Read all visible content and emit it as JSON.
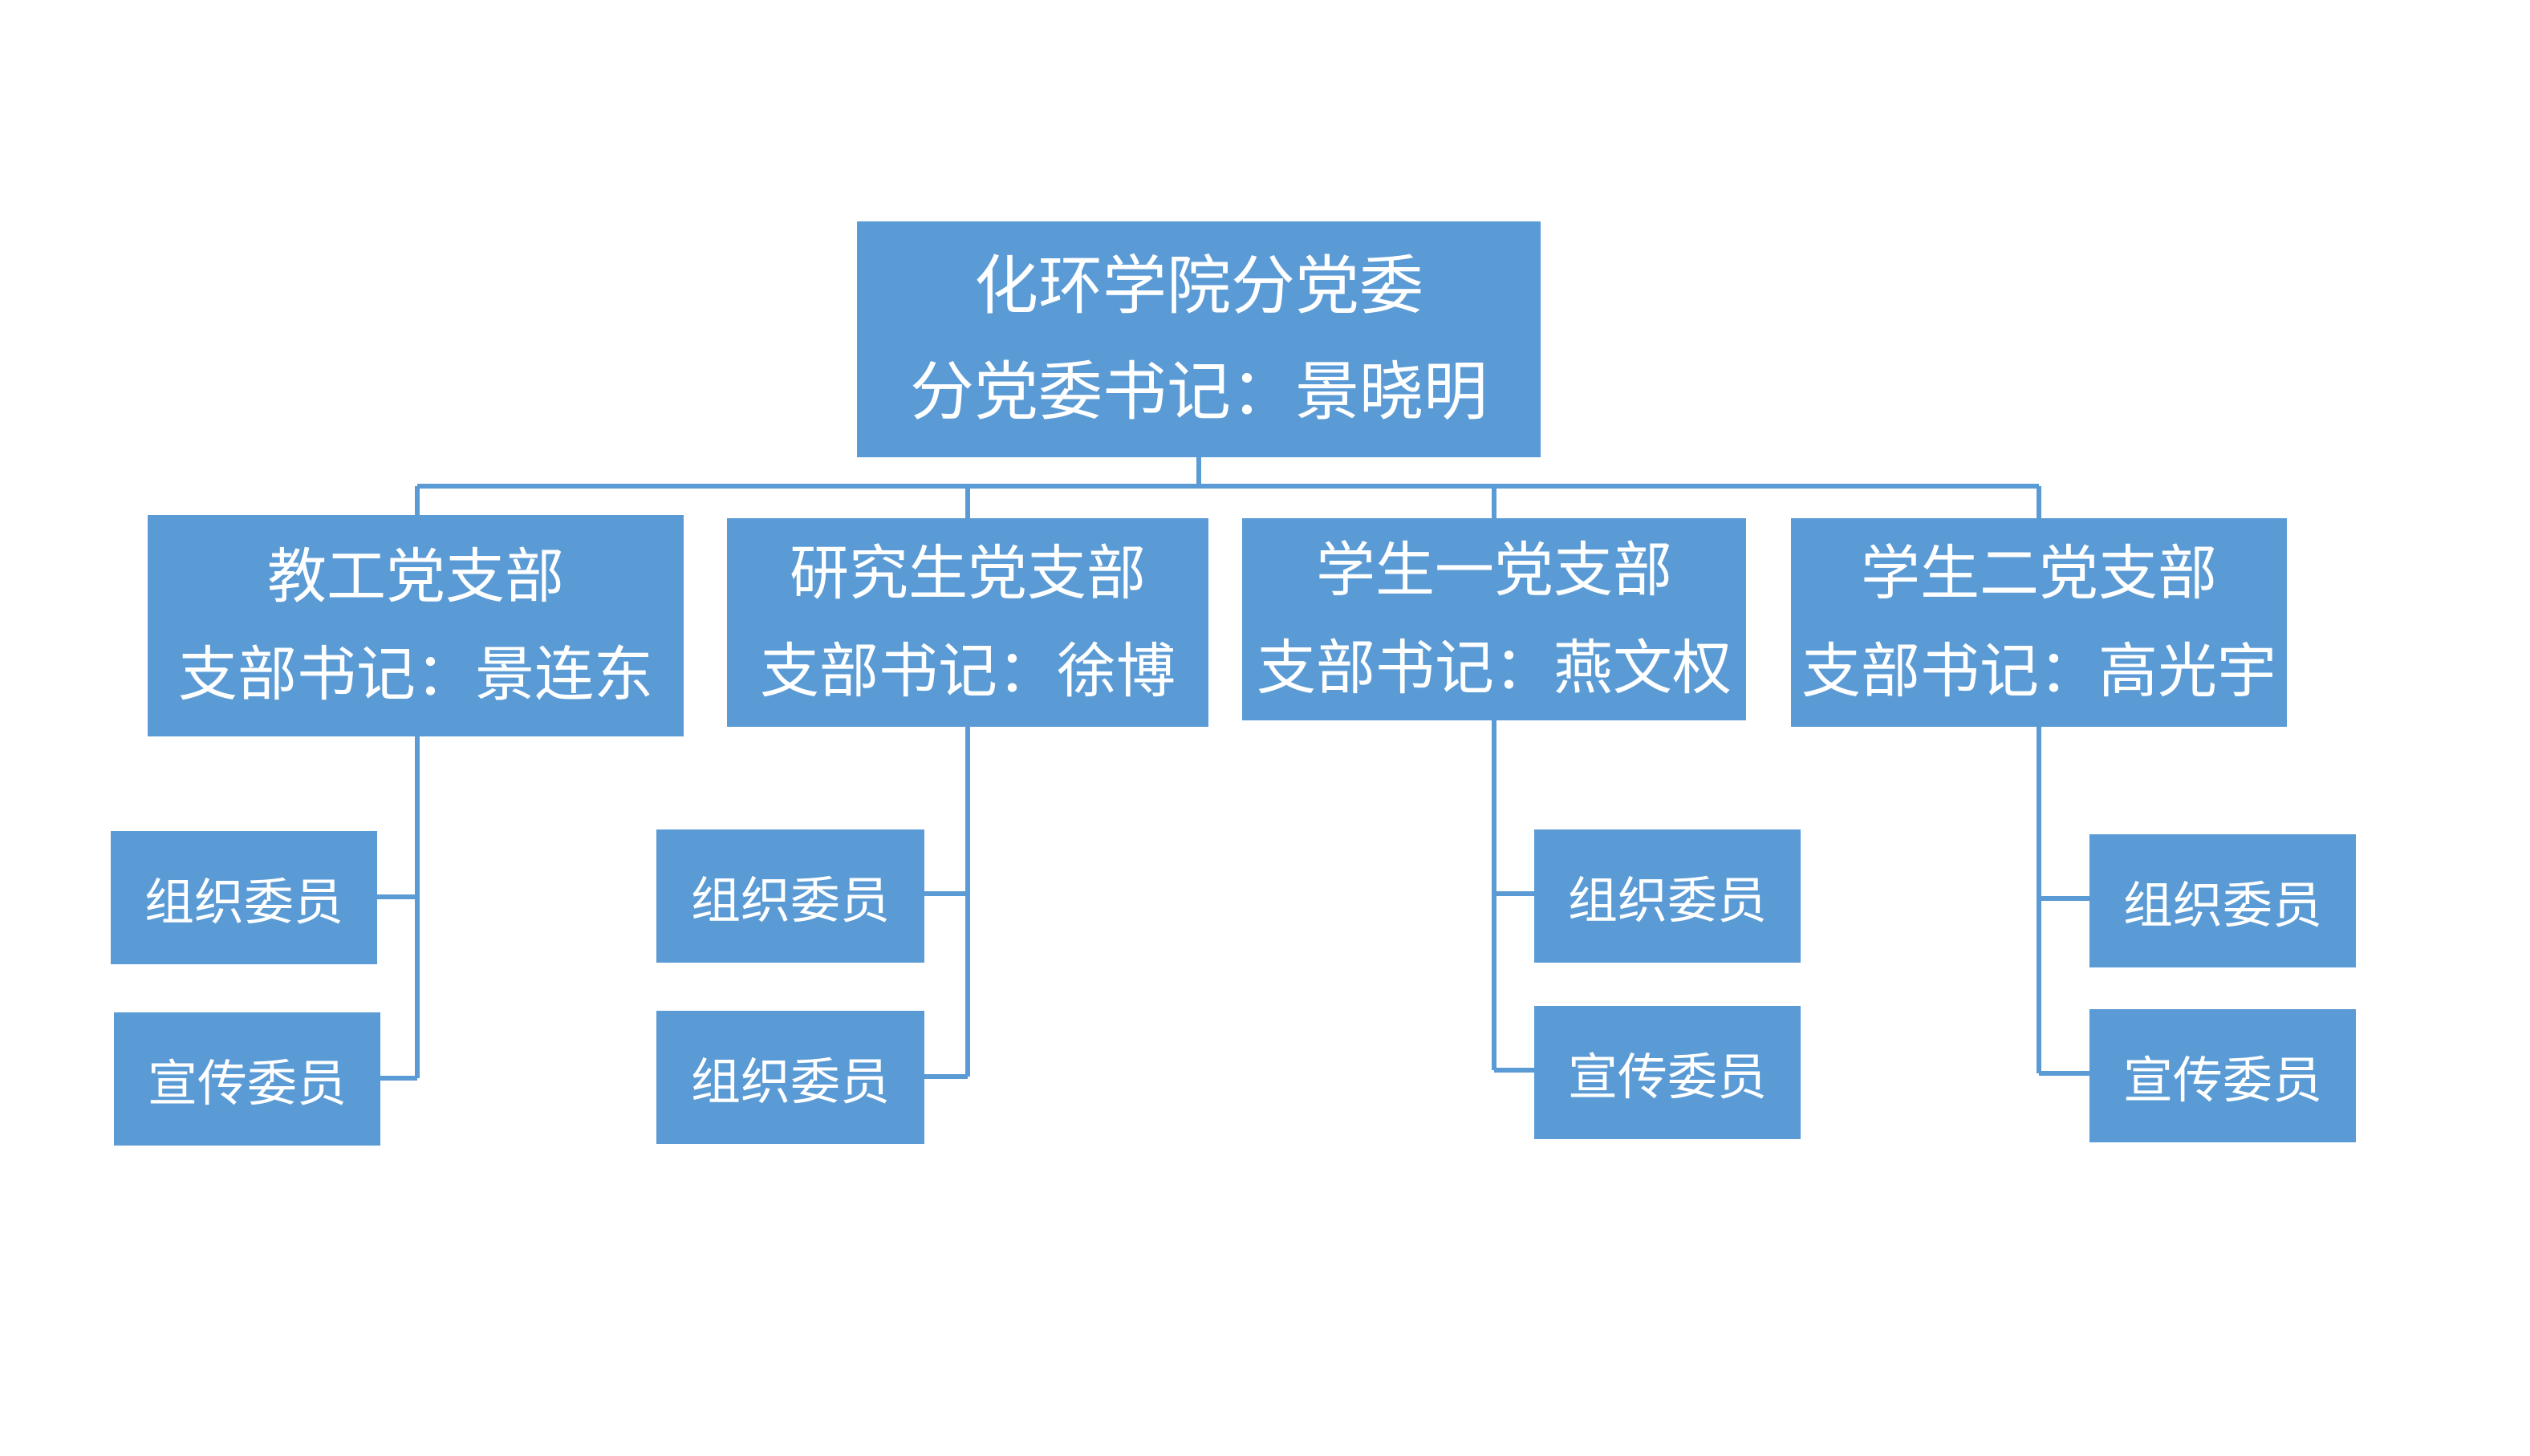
{
  "root": {
    "title": "化环学院分党委",
    "secretary": "分党委书记：景晓明"
  },
  "branches": [
    {
      "name": "教工党支部",
      "secretary": "支部书记：景连东",
      "members": [
        "组织委员",
        "宣传委员"
      ]
    },
    {
      "name": "研究生党支部",
      "secretary": "支部书记：徐博",
      "members": [
        "组织委员",
        "组织委员"
      ]
    },
    {
      "name": "学生一党支部",
      "secretary": "支部书记：燕文权",
      "members": [
        "组织委员",
        "宣传委员"
      ]
    },
    {
      "name": "学生二党支部",
      "secretary": "支部书记：高光宇",
      "members": [
        "组织委员",
        "宣传委员"
      ]
    }
  ],
  "colors": {
    "box_fill": "#5b9bd5",
    "connector": "#5b9bd5",
    "text": "#ffffff"
  }
}
